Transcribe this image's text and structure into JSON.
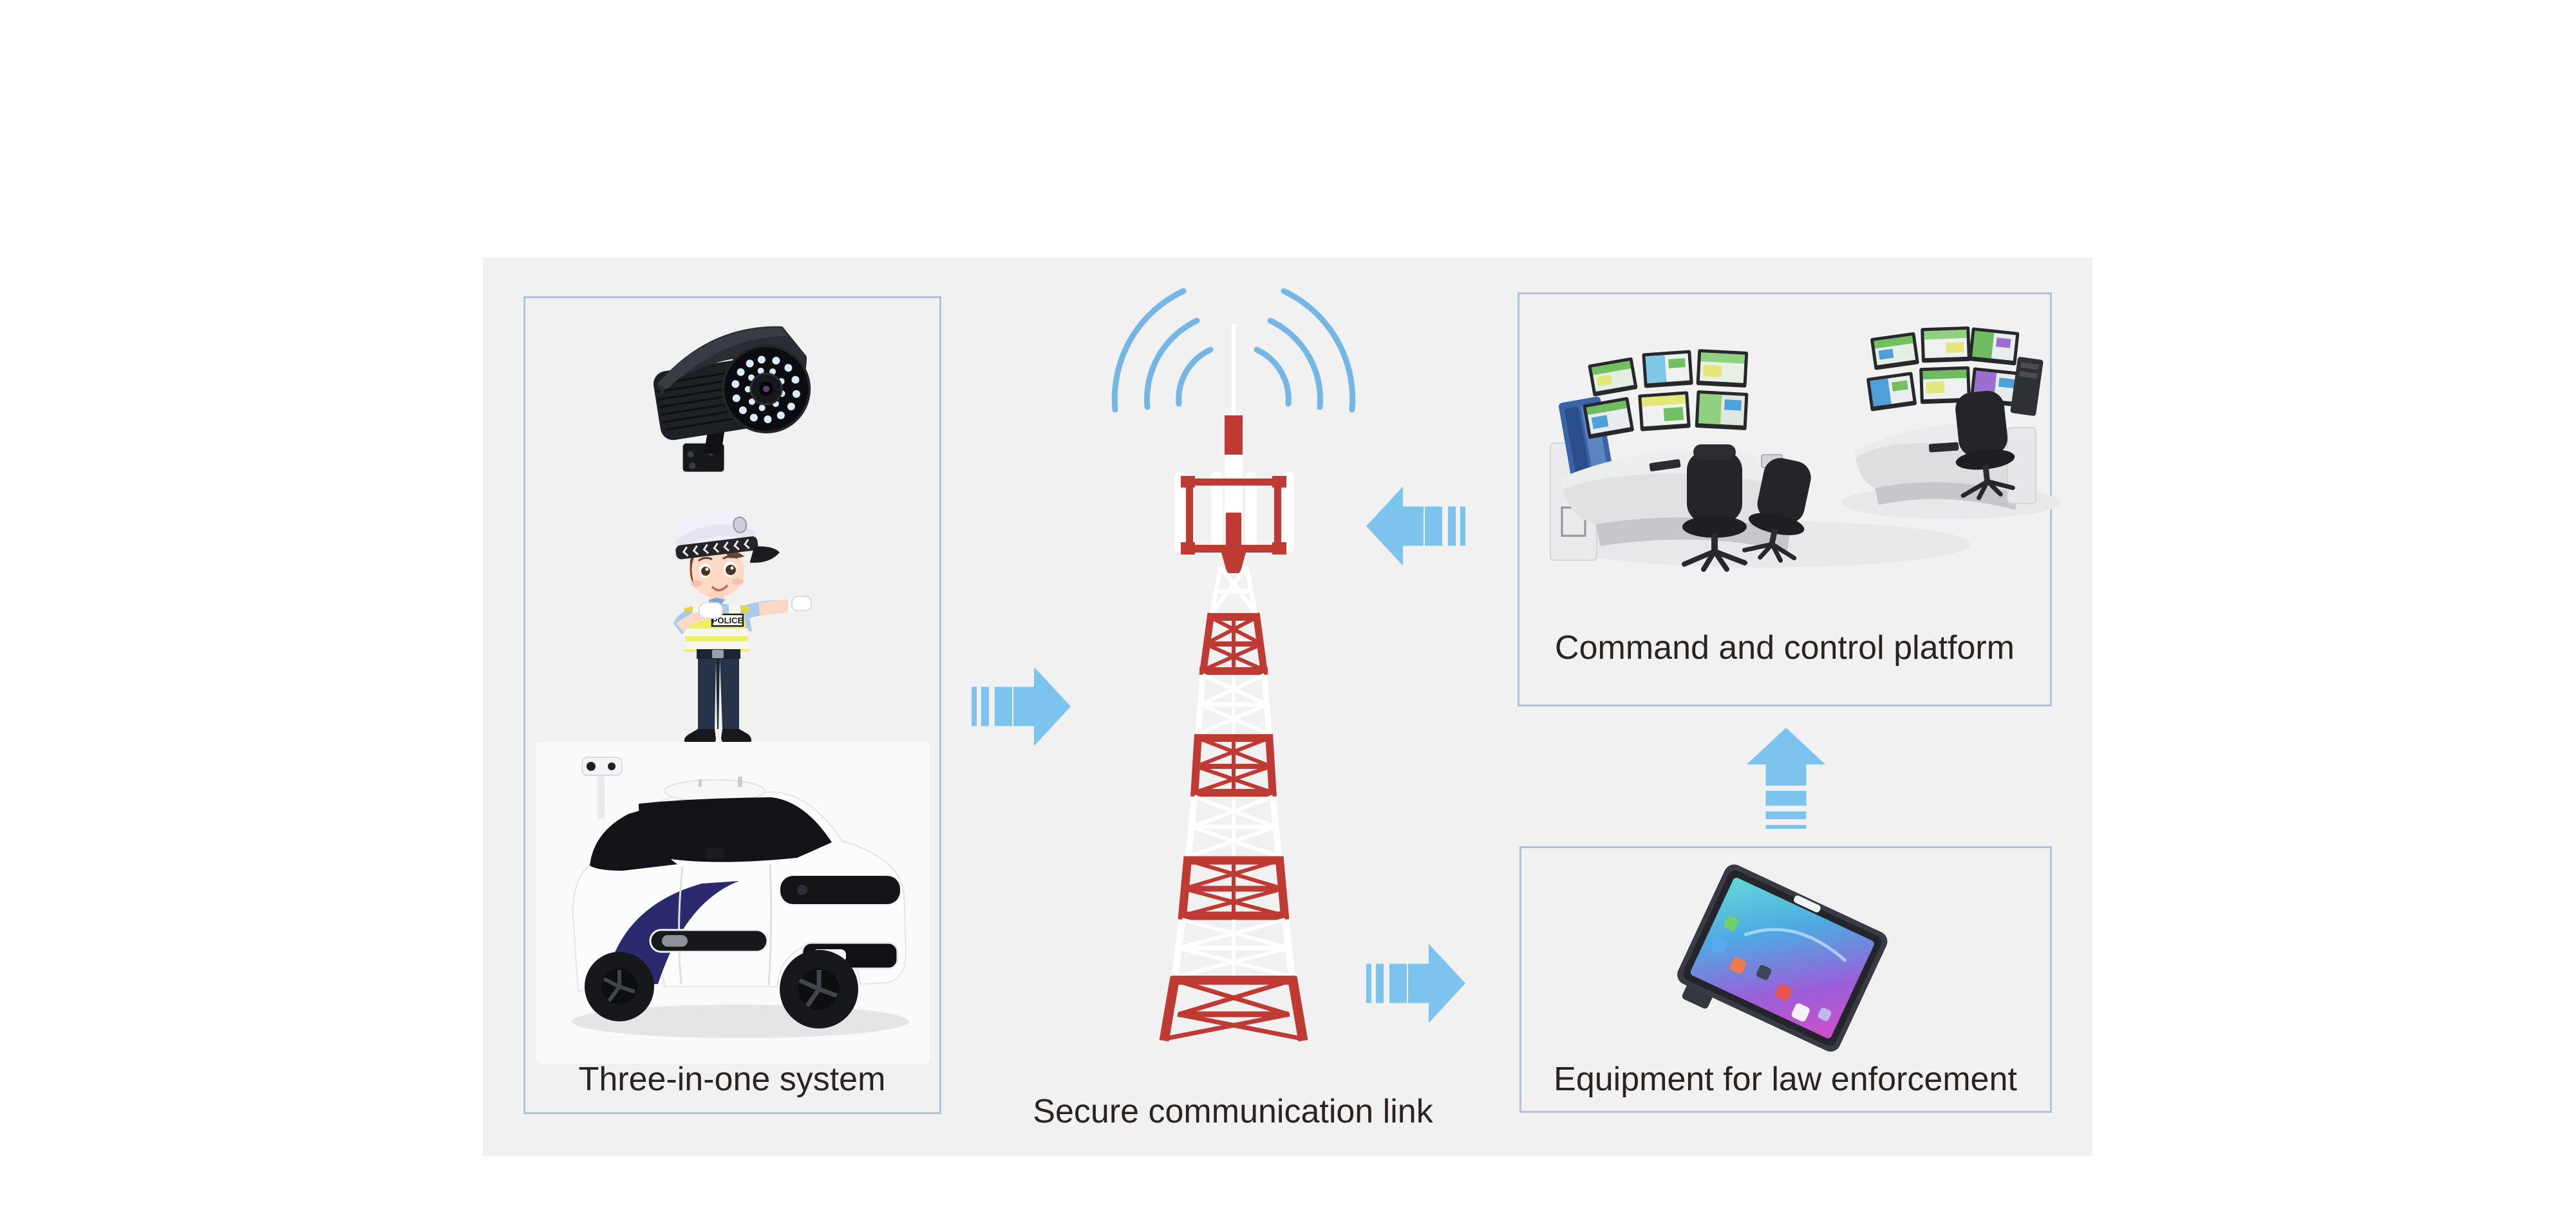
{
  "labels": {
    "three_in_one": "Three-in-one system",
    "secure_link": "Secure communication link",
    "command": "Command and control platform",
    "equipment": "Equipment for law enforcement"
  },
  "officer_badge": "POLICE",
  "colors": {
    "panel_bg": "#f1f1f2",
    "box_border": "#b0c3da",
    "arrow_blue": "#7cc3ed",
    "tower_red": "#bf3a33",
    "wave_blue": "#74b7e6",
    "label_text": "#2b2320"
  },
  "flows": [
    {
      "from": "three-in-one-system",
      "to": "secure-communication-link"
    },
    {
      "from": "command-and-control-platform",
      "to": "secure-communication-link"
    },
    {
      "from": "secure-communication-link",
      "to": "equipment-for-law-enforcement"
    },
    {
      "from": "equipment-for-law-enforcement",
      "to": "command-and-control-platform"
    }
  ]
}
